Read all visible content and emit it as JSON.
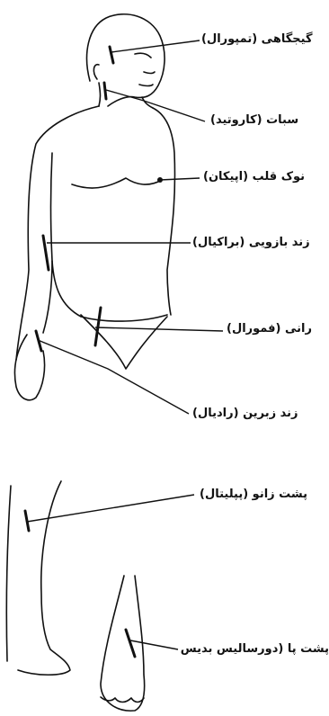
{
  "labels": {
    "temporal": "گیجگاهی (تمپورال)",
    "carotid": "سبات (کاروتید)",
    "apical": "نوک قلب (اپیکان)",
    "brachial": "زند بازویی (براکیال)",
    "femoral": "رانی (فمورال)",
    "radial": "زند زبرین (رادیال)",
    "popliteal": "پشت زانو (پپلیتال)",
    "dorsalis_pedis": "پشت پا (دورسالیس بدیس)"
  }
}
